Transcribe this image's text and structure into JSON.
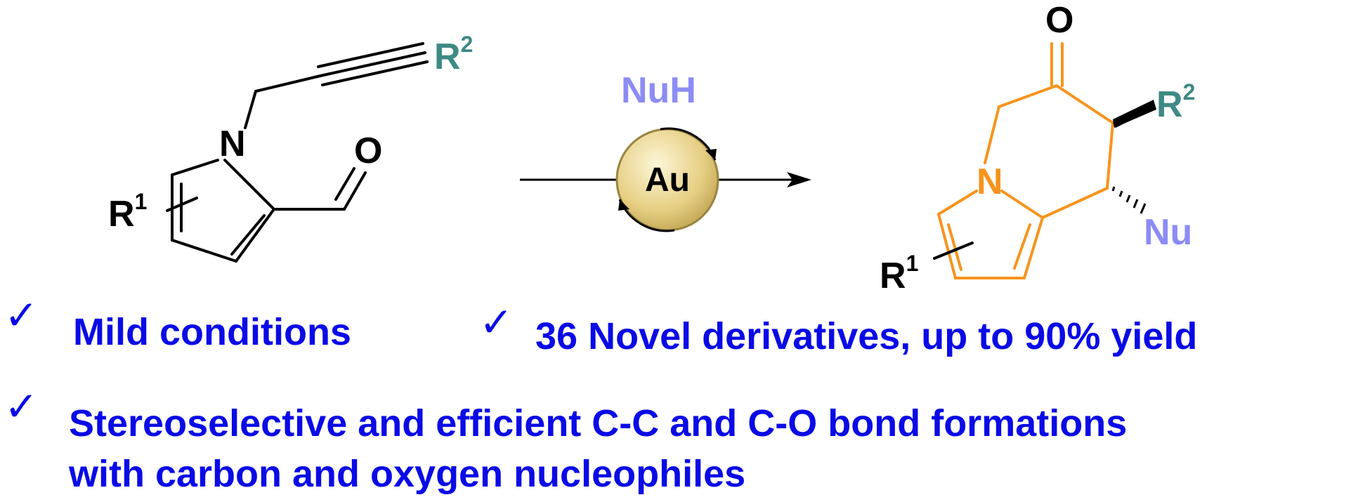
{
  "colors": {
    "bond": "#000000",
    "product_ring": "#f7941d",
    "r2": "#3e8a84",
    "nucleophile": "#8c8cf6",
    "highlight_text": "#0a0ae6",
    "catalyst_fill": "#e6cf83",
    "catalyst_edge": "#9a8440"
  },
  "icons": {
    "check": "✓",
    "catalyst": "gold-sphere-catalytic-cycle"
  },
  "reactant": {
    "n_label": "N",
    "o_label": "O",
    "r1_label": "R",
    "r1_sup": "1",
    "r2_label": "R",
    "r2_sup": "2"
  },
  "reagent": {
    "nucleophile": "NuH",
    "catalyst": "Au"
  },
  "product": {
    "n_label": "N",
    "o_label": "O",
    "r1_label": "R",
    "r1_sup": "1",
    "r2_label": "R",
    "r2_sup": "2",
    "nu_label": "Nu"
  },
  "highlights": [
    "Mild conditions",
    "36 Novel derivatives, up to 90% yield",
    "Stereoselective and efficient C-C and C-O bond formations",
    "with carbon and oxygen nucleophiles"
  ]
}
